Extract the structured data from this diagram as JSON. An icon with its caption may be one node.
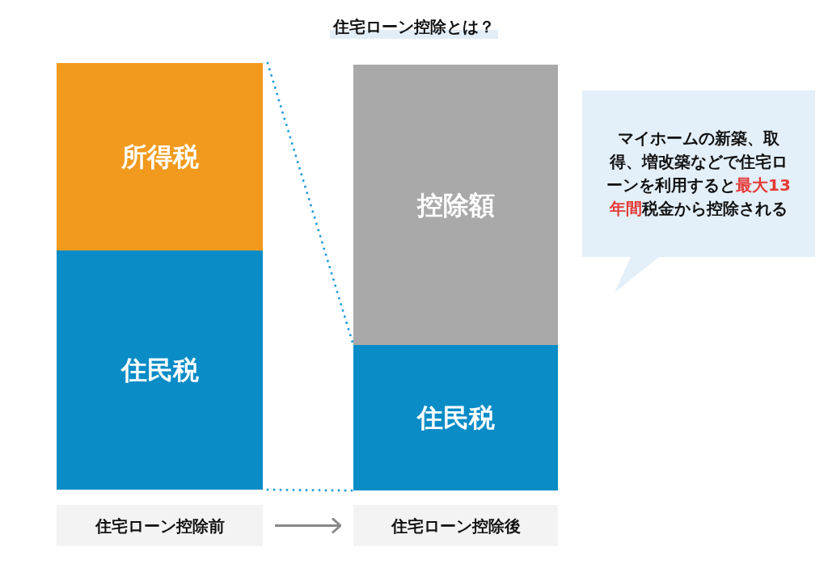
{
  "diagram": {
    "title": "住宅ローン控除とは？",
    "nodes": [
      {
        "text": [
          "所得税"
        ]
      },
      {
        "text": [
          "住民税"
        ]
      },
      {
        "text": [
          "控除額"
        ]
      },
      {
        "text": [
          "住民税"
        ]
      },
      {
        "text": [
          "住宅ローン控除前"
        ]
      },
      {
        "text": [
          "住宅ローン控除後"
        ]
      },
      {
        "text": [
          "マイホームの新築、取得、増改築などで住宅ローンを利用すると**最大13年間**税金から控除される"
        ]
      }
    ],
    "edges": [
      {
        "from": 0,
        "to": 2,
        "arrow": "none",
        "style": "dashed",
        "color": "#1e9bd7"
      },
      {
        "from": 1,
        "to": 3,
        "arrow": "none",
        "style": "dashed",
        "color": "#1e9bd7"
      },
      {
        "from": 4,
        "to": 5,
        "arrow": "to",
        "color": "#888888"
      }
    ]
  }
}
